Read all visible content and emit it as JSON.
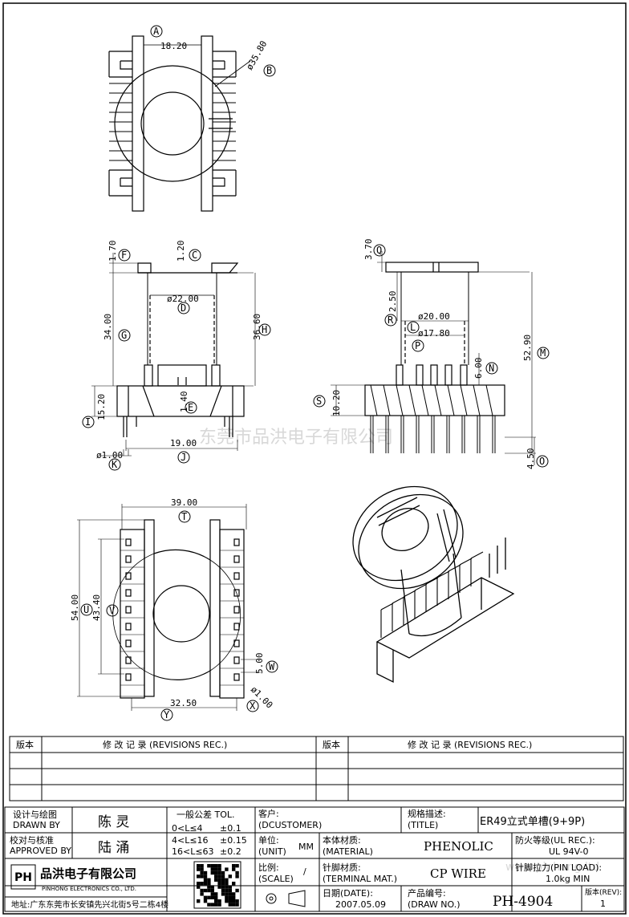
{
  "watermark": "东莞市品洪电子有限公司",
  "watermark2": "www.pinhong.ltd",
  "top_view": {
    "dim_width": "18.20",
    "dim_diameter": "ø35.80",
    "callouts": [
      "A",
      "B"
    ]
  },
  "front_view": {
    "dims": {
      "d170": "1.70",
      "d120": "1.20",
      "d2200": "ø22.00",
      "d3400": "34.00",
      "d3660": "36.60",
      "d1520": "15.20",
      "d140": "1.40",
      "d100": "ø1.00",
      "d1900": "19.00"
    },
    "callouts": [
      "F",
      "C",
      "D",
      "G",
      "H",
      "E",
      "I",
      "K",
      "J"
    ]
  },
  "side_view": {
    "dims": {
      "d370": "3.70",
      "d250": "2.50",
      "d2000": "ø20.00",
      "d1780": "ø17.80",
      "d5290": "52.90",
      "d600": "6.00",
      "d1020": "10.20",
      "d450": "4.50"
    },
    "callouts": [
      "Q",
      "R",
      "L",
      "P",
      "M",
      "N",
      "S",
      "O"
    ]
  },
  "bottom_view": {
    "dims": {
      "d3900": "39.00",
      "d5400": "54.00",
      "d4340": "43.40",
      "d500": "5.00",
      "d100": "ø1.00",
      "d3250": "32.50"
    },
    "callouts": [
      "T",
      "U",
      "V",
      "W",
      "X",
      "Y"
    ]
  },
  "revisions": {
    "col_version": "版本",
    "col_record": "修 改 记 录 (REVISIONS REC.)"
  },
  "title_block": {
    "drawn_by_cn": "设计与绘图",
    "drawn_by_en": "DRAWN BY",
    "drawn_by_name": "陈 灵",
    "approved_by_cn": "校对与核准",
    "approved_by_en": "APPROVED BY",
    "approved_by_name": "陆 涌",
    "tol_title": "一般公差 TOL.",
    "tol_rows": [
      {
        "range": "0<L≤4",
        "value": "±0.1"
      },
      {
        "range": "4<L≤16",
        "value": "±0.15"
      },
      {
        "range": "16<L≤63",
        "value": "±0.2"
      }
    ],
    "customer_cn": "客户:",
    "customer_en": "(DCUSTOMER)",
    "title_cn": "规格描述:",
    "title_en": "(TITLE)",
    "title_value": "ER49立式单槽(9+9P)",
    "unit_cn": "单位:",
    "unit_en": "(UNIT)",
    "unit_value": "MM",
    "material_cn": "本体材质:",
    "material_en": "(MATERIAL)",
    "material_value": "PHENOLIC",
    "ul_cn": "防火等级(UL REC.):",
    "ul_value": "UL 94V-0",
    "scale_cn": "比例:",
    "scale_en": "(SCALE)",
    "scale_value": "/",
    "terminal_cn": "针脚材质:",
    "terminal_en": "(TERMINAL MAT.)",
    "terminal_value": "CP WIRE",
    "pinload_cn": "针脚拉力(PIN LOAD):",
    "pinload_value": "1.0kg MIN",
    "date_cn": "日期(DATE):",
    "date_value": "2007.05.09",
    "drawno_cn": "产品编号:",
    "drawno_en": "(DRAW NO.)",
    "drawno_value": "PH-4904",
    "rev_cn": "版本(REV):",
    "rev_value": "1",
    "company_cn": "品洪电子有限公司",
    "company_en": "PINHONG ELECTRONICS CO., LTD.",
    "logo": "PH",
    "address": "地址:广东东莞市长安镇先兴北街5号二栋4楼"
  }
}
